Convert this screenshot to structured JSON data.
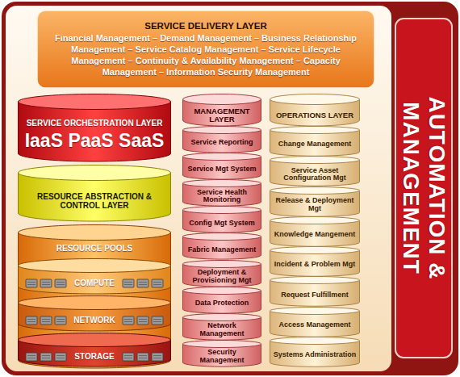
{
  "diagram": {
    "nodes": [
      {
        "text": [
          "SERVICE DELIVERY LAYER",
          "Financial Management – Demand Management – Business Relationship Management – Service Catalog Management – Service Lifecycle Management – Continuity & Availability Management – Capacity Management – Information Security Management"
        ]
      },
      {
        "text": [
          "SERVICE ORCHESTRATION LAYER",
          "IaaS PaaS SaaS"
        ]
      },
      {
        "text": [
          "RESOURCE ABSTRACTION & CONTROL LAYER"
        ]
      },
      {
        "text": [
          "RESOURCE POOLS"
        ]
      },
      {
        "text": [
          "COMPUTE"
        ],
        "in": 3
      },
      {
        "text": [
          "NETWORK"
        ],
        "in": 3
      },
      {
        "text": [
          "STORAGE"
        ],
        "in": 3
      },
      {
        "text": [
          "MANAGEMENT LAYER"
        ]
      },
      {
        "text": [
          "Service Reporting"
        ],
        "in": 7
      },
      {
        "text": [
          "Service Mgt System"
        ],
        "in": 7
      },
      {
        "text": [
          "Service Health Monitoring"
        ],
        "in": 7
      },
      {
        "text": [
          "Config Mgt System"
        ],
        "in": 7
      },
      {
        "text": [
          "Fabric Management"
        ],
        "in": 7
      },
      {
        "text": [
          "Deployment & Provisioning Mgt"
        ],
        "in": 7
      },
      {
        "text": [
          "Data Protection"
        ],
        "in": 7
      },
      {
        "text": [
          "Network Management"
        ],
        "in": 7
      },
      {
        "text": [
          "Security Management"
        ],
        "in": 7
      },
      {
        "text": [
          "OPERATIONS LAYER"
        ]
      },
      {
        "text": [
          "Change Management"
        ],
        "in": 17
      },
      {
        "text": [
          "Service Asset Configuration Mgt"
        ],
        "in": 17
      },
      {
        "text": [
          "Release & Deployment Mgt"
        ],
        "in": 17
      },
      {
        "text": [
          "Knowledge Mangement"
        ],
        "in": 17
      },
      {
        "text": [
          "Incident & Problem Mgt"
        ],
        "in": 17
      },
      {
        "text": [
          "Request Fulfillment"
        ],
        "in": 17
      },
      {
        "text": [
          "Access Management"
        ],
        "in": 17
      },
      {
        "text": [
          "Systems Administration"
        ],
        "in": 17
      },
      {
        "text": [
          "AUTOMATION & MANAGEMENT"
        ]
      }
    ]
  }
}
